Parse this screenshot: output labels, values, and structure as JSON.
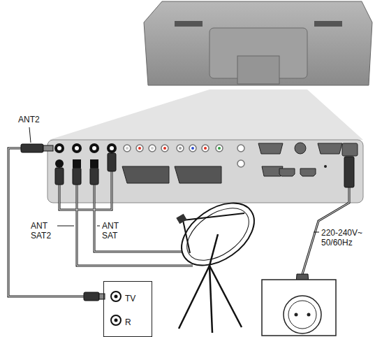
{
  "diagram": {
    "nodes": [
      {
        "text": [
          "TV",
          "R"
        ]
      }
    ],
    "labels": [
      "ANT2",
      "ANT SAT2",
      "ANT SAT",
      "220-240V~ 50/60Hz"
    ]
  }
}
